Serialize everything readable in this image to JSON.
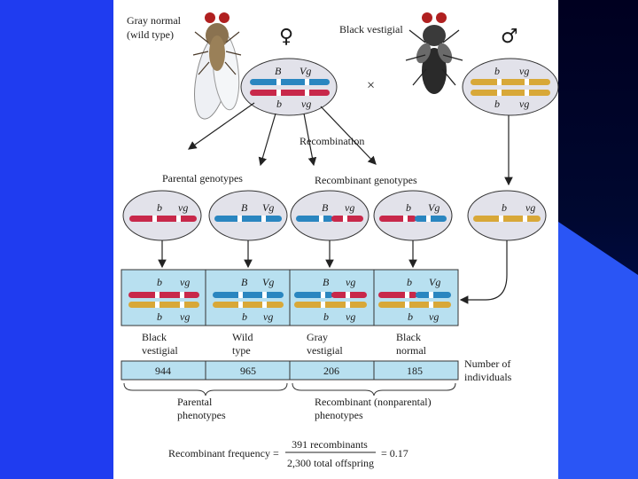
{
  "colors": {
    "slide_blue": "#1f3cf0",
    "slide_dark": "#000830",
    "red_chromosome": "#c8284a",
    "blue_chromosome": "#2a86c0",
    "yellow_chromosome": "#d8a838",
    "oval_fill": "#e2e2ea",
    "table_fill": "#b8e0f0"
  },
  "female": {
    "label_line1": "Gray normal",
    "label_line2": "(wild type)",
    "symbol": "♀",
    "allele_top_left": "B",
    "allele_top_right": "Vg",
    "allele_bottom_left": "b",
    "allele_bottom_right": "vg"
  },
  "cross_symbol": "×",
  "male": {
    "label": "Black vestigial",
    "symbol": "♂",
    "allele_top_left": "b",
    "allele_top_right": "vg",
    "allele_bottom_left": "b",
    "allele_bottom_right": "vg"
  },
  "recombination_label": "Recombination",
  "parental_genotypes_label": "Parental genotypes",
  "recombinant_genotypes_label": "Recombinant genotypes",
  "gametes": [
    {
      "left": "b",
      "right": "vg"
    },
    {
      "left": "B",
      "right": "Vg"
    },
    {
      "left": "B",
      "right": "vg"
    },
    {
      "left": "b",
      "right": "Vg"
    }
  ],
  "male_gamete": {
    "left": "b",
    "right": "vg"
  },
  "offspring": [
    {
      "top_left": "b",
      "top_right": "vg",
      "bottom_left": "b",
      "bottom_right": "vg",
      "phenotype_line1": "Black",
      "phenotype_line2": "vestigial",
      "count": "944"
    },
    {
      "top_left": "B",
      "top_right": "Vg",
      "bottom_left": "b",
      "bottom_right": "vg",
      "phenotype_line1": "Wild",
      "phenotype_line2": "type",
      "count": "965"
    },
    {
      "top_left": "B",
      "top_right": "vg",
      "bottom_left": "b",
      "bottom_right": "vg",
      "phenotype_line1": "Gray",
      "phenotype_line2": "vestigial",
      "count": "206"
    },
    {
      "top_left": "b",
      "top_right": "Vg",
      "bottom_left": "b",
      "bottom_right": "vg",
      "phenotype_line1": "Black",
      "phenotype_line2": "normal",
      "count": "185"
    }
  ],
  "number_label_line1": "Number of",
  "number_label_line2": "individuals",
  "parental_phenotypes_line1": "Parental",
  "parental_phenotypes_line2": "phenotypes",
  "recombinant_phenotypes_line1": "Recombinant (nonparental)",
  "recombinant_phenotypes_line2": "phenotypes",
  "formula": {
    "label": "Recombinant frequency =",
    "numerator": "391 recombinants",
    "denominator": "2,300 total offspring",
    "result": "= 0.17"
  }
}
